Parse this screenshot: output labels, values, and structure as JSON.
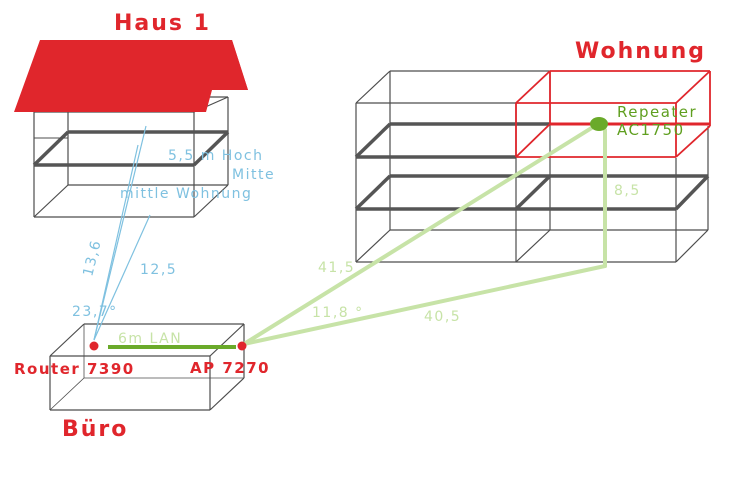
{
  "colors": {
    "red": "#e0262c",
    "wire": "#4d4d4d",
    "blue": "#7fc1e0",
    "green_light": "#c7e3a7",
    "green_dark": "#6aaa2a",
    "green_text": "#5f9f1f"
  },
  "buildings": {
    "haus": "Haus 1",
    "wohnung": "Wohnung",
    "buero": "Büro"
  },
  "devices": {
    "router": "Router 7390",
    "ap": "AP 7270",
    "repeater_line1": "Repeater",
    "repeater_line2": "AC1750"
  },
  "labels": {
    "hoch_line1": "5,5 m Hoch",
    "hoch_line2": "Mitte",
    "hoch_line3": "mittle Wohnung",
    "dist_136": "13,6",
    "dist_125": "12,5",
    "angle_237": "23,7°",
    "lan": "6m LAN",
    "dist_415": "41,5",
    "angle_118": "11,8 °",
    "dist_405": "40,5",
    "dist_85": "8,5"
  }
}
